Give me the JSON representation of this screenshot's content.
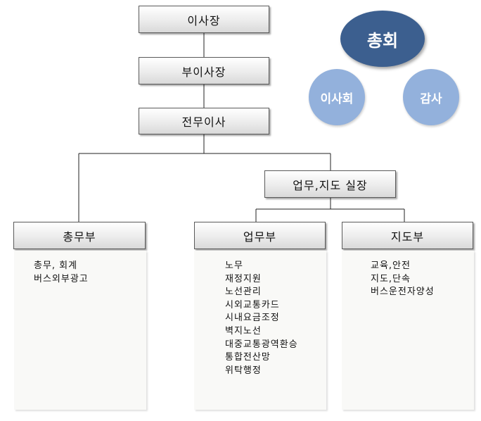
{
  "org": {
    "chairman": "이사장",
    "vice_chairman": "부이사장",
    "executive_director": "전무이사",
    "operations_director": "업무,지도 실장",
    "departments": [
      {
        "name": "총무부",
        "duties": [
          "총무, 회계",
          "버스외부광고"
        ]
      },
      {
        "name": "업무부",
        "duties": [
          "노무",
          "재정지원",
          "노선관리",
          "시외교통카드",
          "시내요금조정",
          "벽지노선",
          "대중교통광역환승",
          "통합전산망",
          "위탁행정"
        ]
      },
      {
        "name": "지도부",
        "duties": [
          "교육,안전",
          "지도,단속",
          "버스운전자양성"
        ]
      }
    ]
  },
  "governance": {
    "general_assembly": "총회",
    "board": "이사회",
    "audit": "감사"
  },
  "colors": {
    "general_assembly": "#3c5f8f",
    "board": "#93b1dc",
    "audit": "#93b1dc"
  }
}
